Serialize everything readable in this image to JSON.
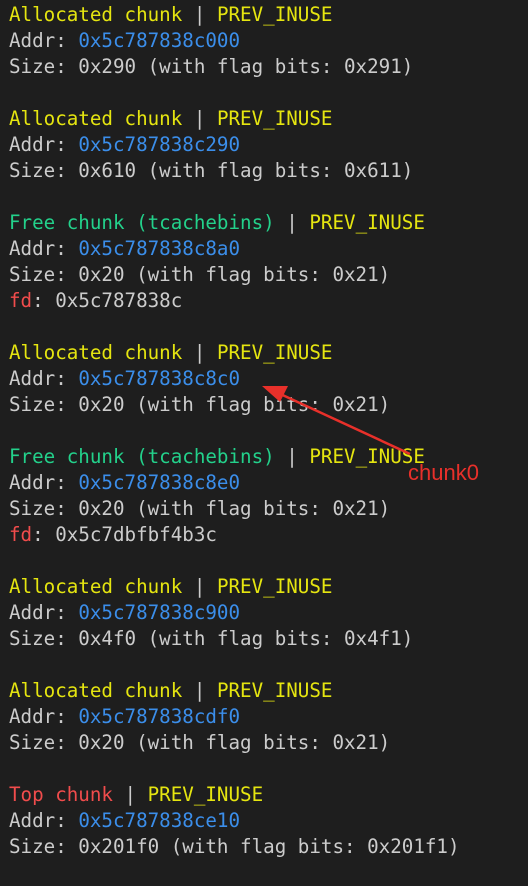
{
  "chunks": [
    {
      "type": "Allocated chunk",
      "sep": " | ",
      "flag": "PREV_INUSE",
      "addr_label": "Addr: ",
      "addr": "0x5c787838c000",
      "size_line": "Size: 0x290 (with flag bits: 0x291)"
    },
    {
      "type": "Allocated chunk",
      "sep": " | ",
      "flag": "PREV_INUSE",
      "addr_label": "Addr: ",
      "addr": "0x5c787838c290",
      "size_line": "Size: 0x610 (with flag bits: 0x611)"
    },
    {
      "type": "Free chunk (tcachebins)",
      "sep": " | ",
      "flag": "PREV_INUSE",
      "addr_label": "Addr: ",
      "addr": "0x5c787838c8a0",
      "size_line": "Size: 0x20 (with flag bits: 0x21)",
      "fd_label": "fd",
      "fd_value": ": 0x5c787838c"
    },
    {
      "type": "Allocated chunk",
      "sep": " | ",
      "flag": "PREV_INUSE",
      "addr_label": "Addr: ",
      "addr": "0x5c787838c8c0",
      "size_line": "Size: 0x20 (with flag bits: 0x21)"
    },
    {
      "type": "Free chunk (tcachebins)",
      "sep": " | ",
      "flag": "PREV_INUSE",
      "addr_label": "Addr: ",
      "addr": "0x5c787838c8e0",
      "size_line": "Size: 0x20 (with flag bits: 0x21)",
      "fd_label": "fd",
      "fd_value": ": 0x5c7dbfbf4b3c"
    },
    {
      "type": "Allocated chunk",
      "sep": " | ",
      "flag": "PREV_INUSE",
      "addr_label": "Addr: ",
      "addr": "0x5c787838c900",
      "size_line": "Size: 0x4f0 (with flag bits: 0x4f1)"
    },
    {
      "type": "Allocated chunk",
      "sep": " | ",
      "flag": "PREV_INUSE",
      "addr_label": "Addr: ",
      "addr": "0x5c787838cdf0",
      "size_line": "Size: 0x20 (with flag bits: 0x21)"
    },
    {
      "type": "Top chunk",
      "sep": " | ",
      "flag": "PREV_INUSE",
      "addr_label": "Addr: ",
      "addr": "0x5c787838ce10",
      "size_line": "Size: 0x201f0 (with flag bits: 0x201f1)"
    }
  ],
  "annotation": {
    "label": "chunk0",
    "color": "#e8302a"
  },
  "colors": {
    "background": "#1e1e1e",
    "allocated": "#e5e510",
    "free": "#23d18b",
    "top": "#f14c4c",
    "address": "#3b8eea",
    "fd": "#f14c4c",
    "text": "#cccccc"
  }
}
